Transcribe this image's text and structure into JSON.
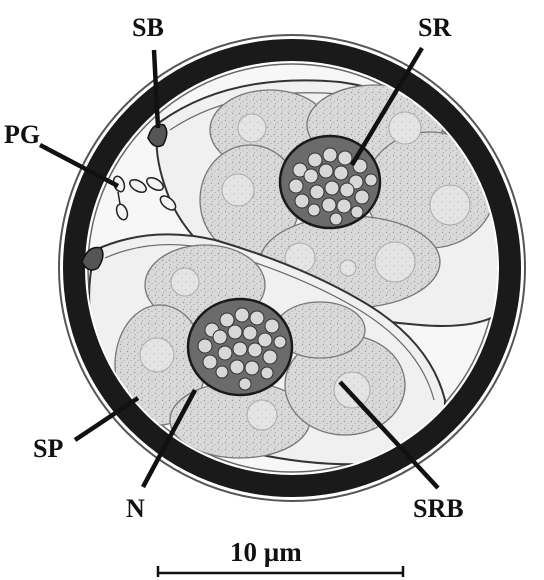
{
  "labels": {
    "sb": "SB",
    "sr": "SR",
    "pg": "PG",
    "sp": "SP",
    "n": "N",
    "srb": "SRB"
  },
  "scale_bar": {
    "label": "10 µm"
  },
  "colors": {
    "wall": "#1a1a1a",
    "line": "#222222",
    "cell_fill": "#dcdcdc",
    "cell_border": "#888888",
    "sporocyst_fill": "#efefef",
    "residual_fill": "#6d6d6d",
    "background": "#ffffff"
  }
}
